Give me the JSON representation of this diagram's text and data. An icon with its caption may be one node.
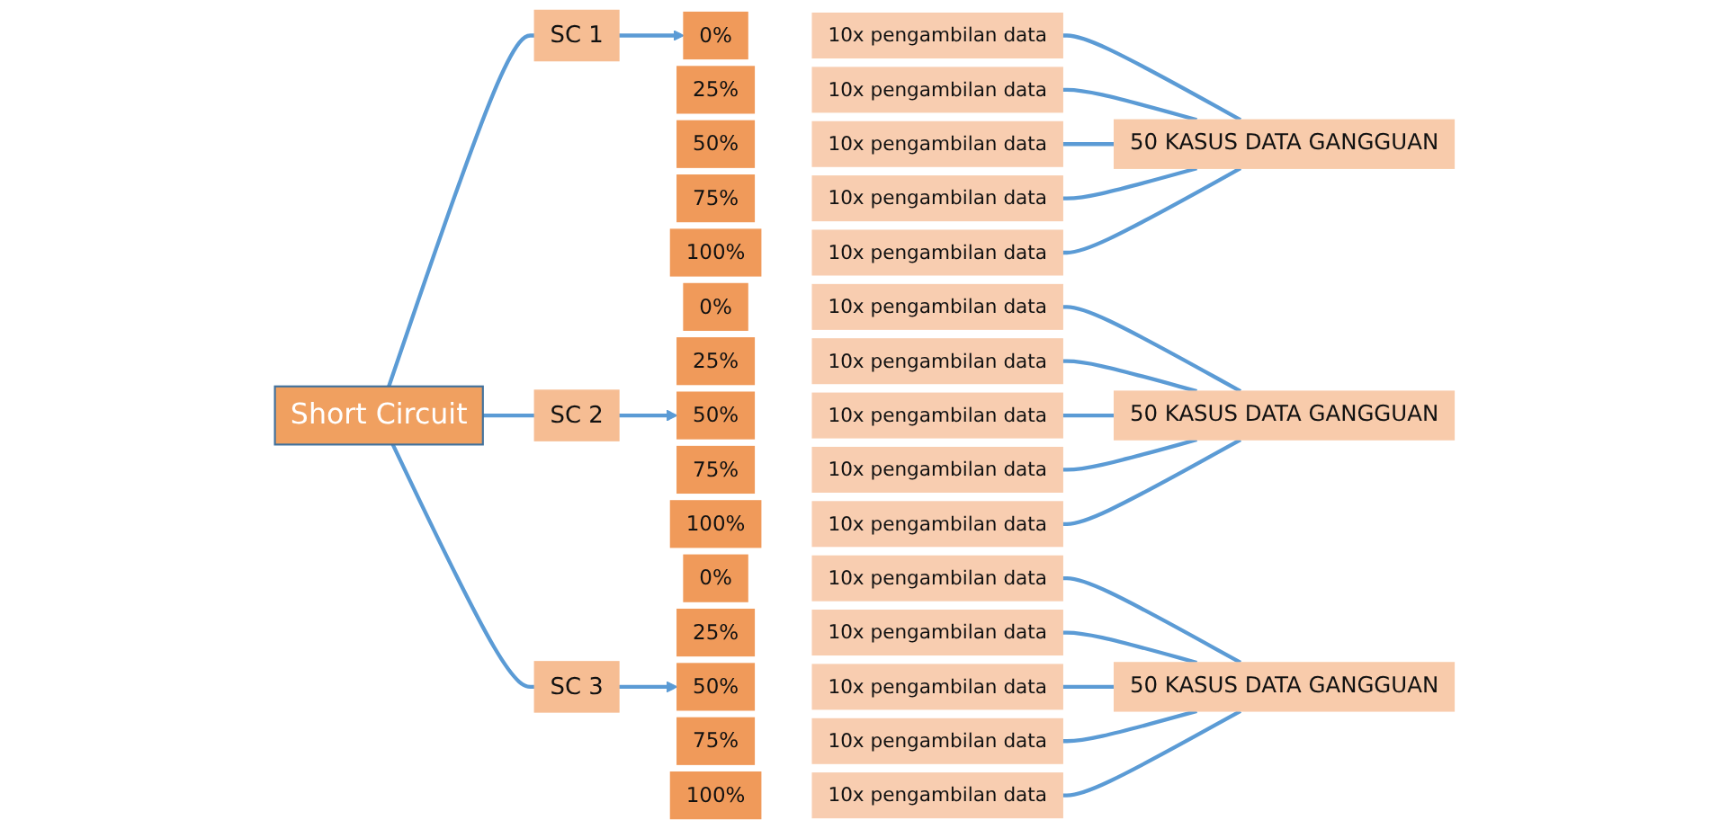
{
  "diagram": {
    "nodes": [
      {
        "text": [
          "Short Circuit"
        ]
      },
      {
        "text": [
          "SC 1"
        ]
      },
      {
        "text": [
          "0%"
        ]
      },
      {
        "text": [
          "10x pengambilan data"
        ]
      },
      {
        "text": [
          "25%"
        ]
      },
      {
        "text": [
          "10x pengambilan data"
        ]
      },
      {
        "text": [
          "50%"
        ]
      },
      {
        "text": [
          "10x pengambilan data"
        ]
      },
      {
        "text": [
          "75%"
        ]
      },
      {
        "text": [
          "10x pengambilan data"
        ]
      },
      {
        "text": [
          "100%"
        ]
      },
      {
        "text": [
          "10x pengambilan data"
        ]
      },
      {
        "text": [
          "50 KASUS DATA GANGGUAN"
        ]
      },
      {
        "text": [
          "SC 2"
        ]
      },
      {
        "text": [
          "0%"
        ]
      },
      {
        "text": [
          "10x pengambilan data"
        ]
      },
      {
        "text": [
          "25%"
        ]
      },
      {
        "text": [
          "10x pengambilan data"
        ]
      },
      {
        "text": [
          "50%"
        ]
      },
      {
        "text": [
          "10x pengambilan data"
        ]
      },
      {
        "text": [
          "75%"
        ]
      },
      {
        "text": [
          "10x pengambilan data"
        ]
      },
      {
        "text": [
          "100%"
        ]
      },
      {
        "text": [
          "10x pengambilan data"
        ]
      },
      {
        "text": [
          "50 KASUS DATA GANGGUAN"
        ]
      },
      {
        "text": [
          "SC 3"
        ]
      },
      {
        "text": [
          "0%"
        ]
      },
      {
        "text": [
          "10x pengambilan data"
        ]
      },
      {
        "text": [
          "25%"
        ]
      },
      {
        "text": [
          "10x pengambilan data"
        ]
      },
      {
        "text": [
          "50%"
        ]
      },
      {
        "text": [
          "10x pengambilan data"
        ]
      },
      {
        "text": [
          "75%"
        ]
      },
      {
        "text": [
          "10x pengambilan data"
        ]
      },
      {
        "text": [
          "100%"
        ]
      },
      {
        "text": [
          "10x pengambilan data"
        ]
      },
      {
        "text": [
          "50 KASUS DATA GANGGUAN"
        ]
      }
    ],
    "edges": [
      {
        "from": 0,
        "to": 1,
        "arrow": "none"
      },
      {
        "from": 0,
        "to": 13,
        "arrow": "none"
      },
      {
        "from": 0,
        "to": 25,
        "arrow": "none"
      },
      {
        "from": 1,
        "to": 2,
        "arrow": "to"
      },
      {
        "from": 3,
        "to": 12,
        "arrow": "none"
      },
      {
        "from": 5,
        "to": 12,
        "arrow": "none"
      },
      {
        "from": 7,
        "to": 12,
        "arrow": "none"
      },
      {
        "from": 9,
        "to": 12,
        "arrow": "none"
      },
      {
        "from": 11,
        "to": 12,
        "arrow": "none"
      },
      {
        "from": 13,
        "to": 18,
        "arrow": "to"
      },
      {
        "from": 15,
        "to": 24,
        "arrow": "none"
      },
      {
        "from": 17,
        "to": 24,
        "arrow": "none"
      },
      {
        "from": 19,
        "to": 24,
        "arrow": "none"
      },
      {
        "from": 21,
        "to": 24,
        "arrow": "none"
      },
      {
        "from": 23,
        "to": 24,
        "arrow": "none"
      },
      {
        "from": 25,
        "to": 30,
        "arrow": "to"
      },
      {
        "from": 27,
        "to": 36,
        "arrow": "none"
      },
      {
        "from": 29,
        "to": 36,
        "arrow": "none"
      },
      {
        "from": 31,
        "to": 36,
        "arrow": "none"
      },
      {
        "from": 33,
        "to": 36,
        "arrow": "none"
      },
      {
        "from": 35,
        "to": 36,
        "arrow": "none"
      }
    ]
  }
}
